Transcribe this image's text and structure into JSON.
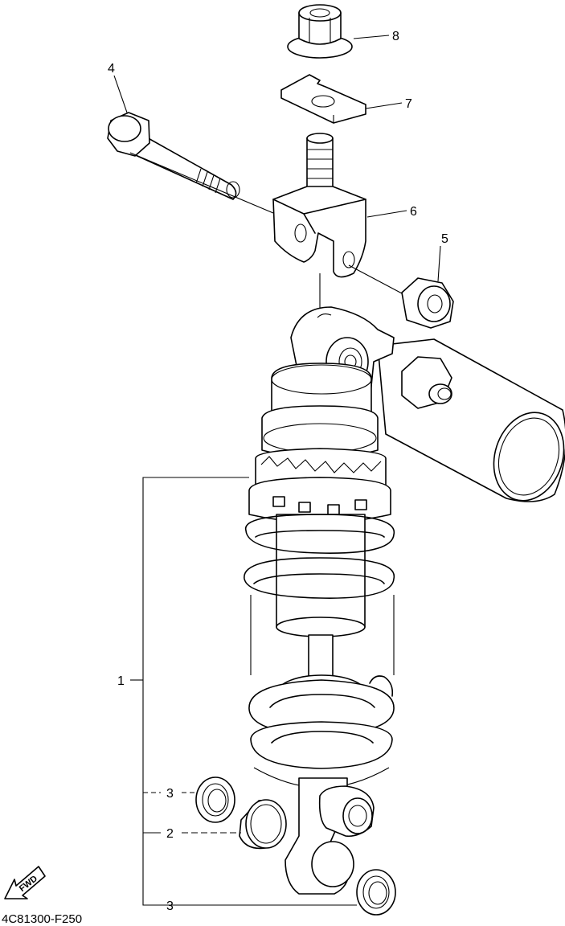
{
  "diagram": {
    "callouts": [
      {
        "id": "1",
        "text": "1"
      },
      {
        "id": "2",
        "text": "2"
      },
      {
        "id": "3a",
        "text": "3"
      },
      {
        "id": "3b",
        "text": "3"
      },
      {
        "id": "4",
        "text": "4"
      },
      {
        "id": "5",
        "text": "5"
      },
      {
        "id": "6",
        "text": "6"
      },
      {
        "id": "7",
        "text": "7"
      },
      {
        "id": "8",
        "text": "8"
      }
    ],
    "fwd_label": "FWD",
    "drawing_code": "4C81300-F250"
  }
}
